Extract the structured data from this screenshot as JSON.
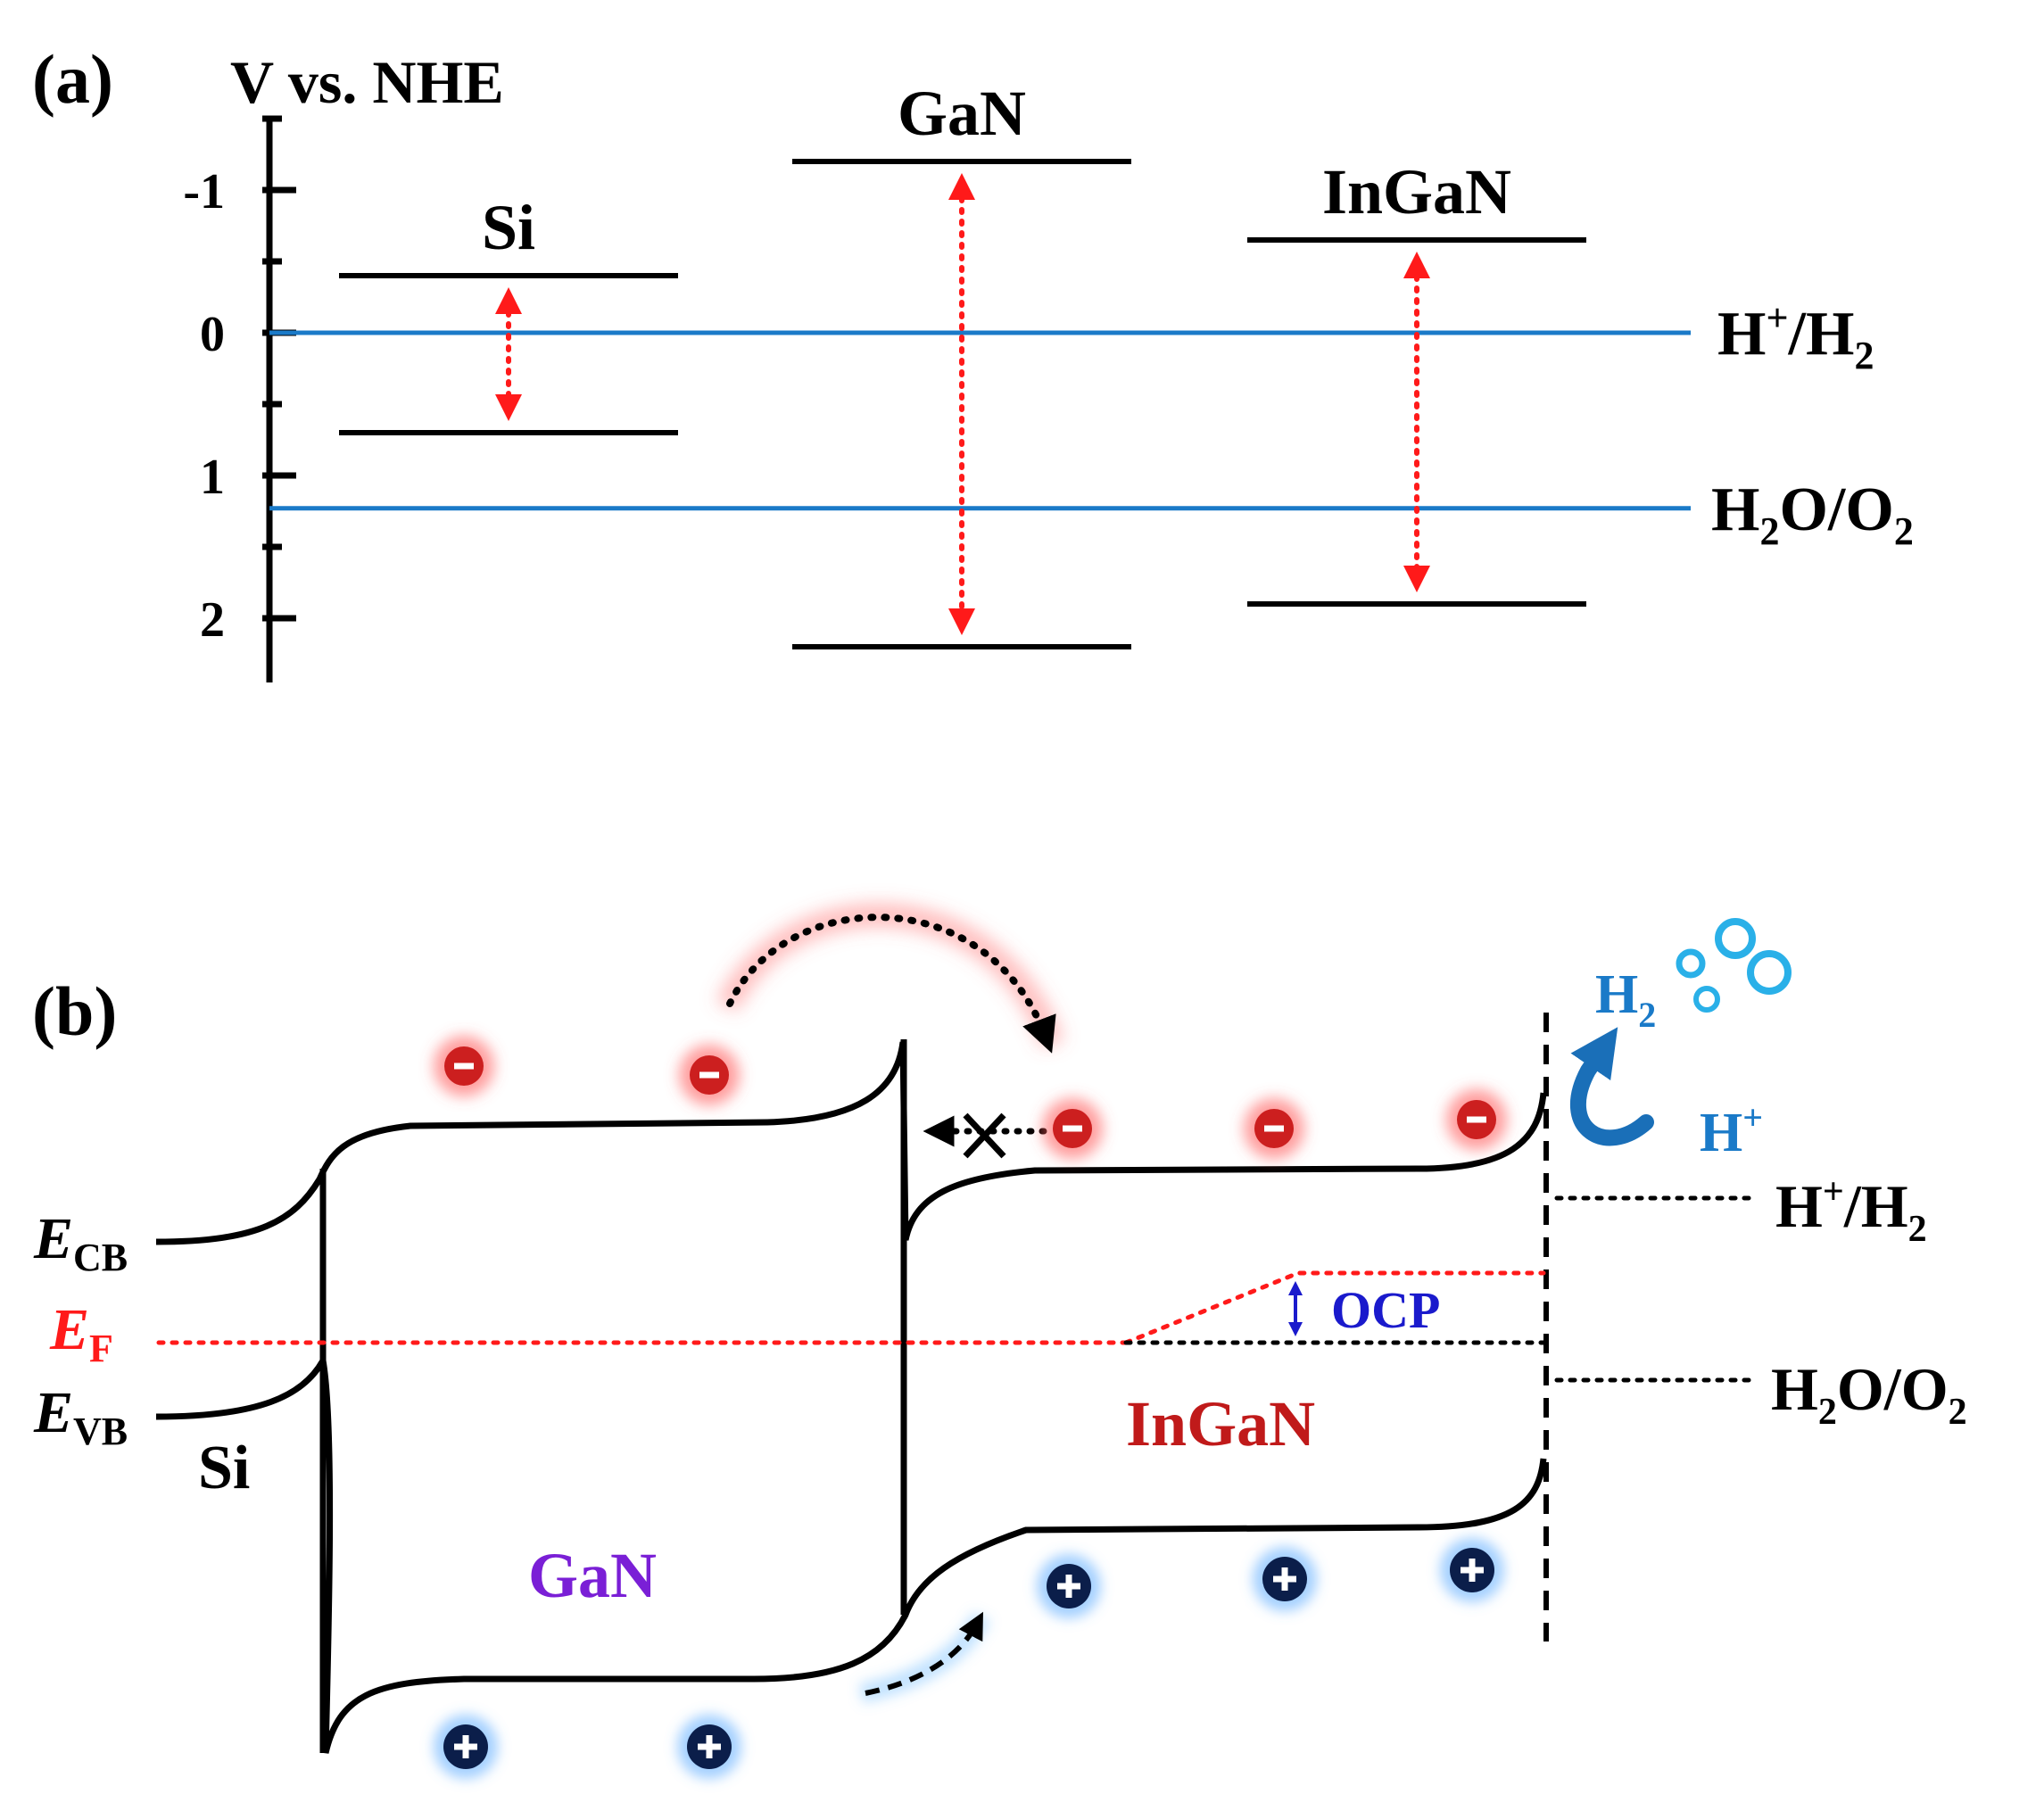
{
  "panel_a": {
    "label": "(a)",
    "axis_title": "V vs. NHE",
    "ticks": [
      "-1",
      "0",
      "1",
      "2"
    ],
    "materials": [
      {
        "name": "Si",
        "cb": -0.4,
        "vb": 0.7
      },
      {
        "name": "GaN",
        "cb": -1.2,
        "vb": 2.2
      },
      {
        "name": "InGaN",
        "cb": -0.65,
        "vb": 1.9
      }
    ],
    "redox": [
      {
        "label": "H+/H2",
        "main": "H",
        "sup": "+",
        "mid": "/H",
        "sub": "2",
        "tail": "",
        "sub2": "",
        "potential": 0.0
      },
      {
        "label": "H2O/O2",
        "main": "H",
        "sup": "",
        "mid": "O/O",
        "sub": "2",
        "tail": "",
        "sub2": "2",
        "potential": 1.23
      }
    ],
    "colors": {
      "band": "#000000",
      "redox": "#1a7ac8",
      "gap_arrow": "#ff1a1a"
    }
  },
  "panel_b": {
    "label": "(b)",
    "e_cb": {
      "letter": "E",
      "sub": "CB"
    },
    "e_f": {
      "letter": "E",
      "sub": "F"
    },
    "e_vb": {
      "letter": "E",
      "sub": "VB"
    },
    "si_label": "Si",
    "gan_label": "GaN",
    "ingan_label": "InGaN",
    "ocp_label": "OCP",
    "h2_label": {
      "main": "H",
      "sub": "2"
    },
    "hplus_label": {
      "main": "H",
      "sup": "+"
    },
    "redox_h": {
      "main": "H",
      "sup": "+",
      "rest": "/H",
      "sub": "2"
    },
    "redox_o": {
      "main": "H",
      "sub1": "2",
      "rest": "O/O",
      "sub2": "2"
    },
    "colors": {
      "electron": "#cc1f1f",
      "hole": "#0b1e4a",
      "fermi": "#ff1a1a",
      "gan_text": "#7a1fd6",
      "ingan_text": "#c01a1a",
      "ocp": "#1a1acc",
      "h2": "#1a7ac8",
      "bubble": "#2ab0e8"
    }
  }
}
